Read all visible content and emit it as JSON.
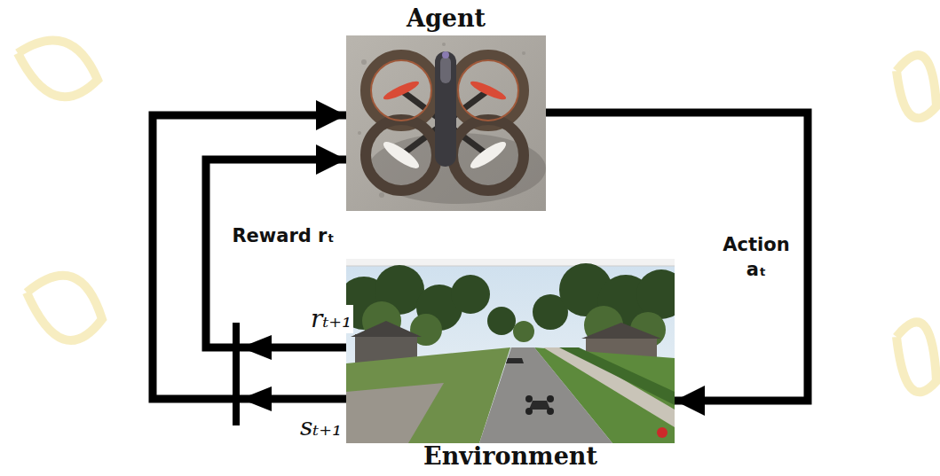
{
  "diagram": {
    "nodes": [
      {
        "text": [
          "Agent"
        ]
      },
      {
        "text": [
          "Environment"
        ]
      }
    ],
    "edges": [
      {
        "from": 0,
        "to": 1,
        "arrow": "to",
        "label": "Action aₜ"
      },
      {
        "from": 1,
        "to": 0,
        "arrow": "to",
        "label": "Reward rₜ"
      },
      {
        "from": 1,
        "to": 0,
        "arrow": "to"
      }
    ],
    "labels": [
      "rₜ₊₁",
      "sₜ₊₁"
    ]
  }
}
